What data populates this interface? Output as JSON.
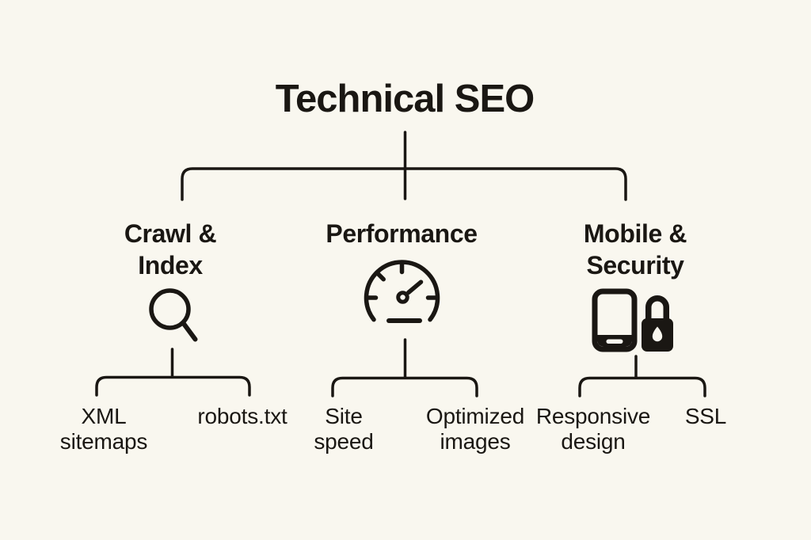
{
  "palette": {
    "background": "#f9f7ef",
    "ink": "#1a1713"
  },
  "title": "Technical SEO",
  "branches": [
    {
      "name": "crawl-index",
      "title_lines": [
        "Crawl &",
        "Index"
      ],
      "icons": [
        "magnifier-icon"
      ],
      "leaves": [
        {
          "name": "xml-sitemaps",
          "lines": [
            "XML",
            "sitemaps"
          ]
        },
        {
          "name": "robots-txt",
          "lines": [
            "robots.txt"
          ]
        }
      ]
    },
    {
      "name": "performance",
      "title_lines": [
        "Performance"
      ],
      "icons": [
        "speedometer-icon"
      ],
      "leaves": [
        {
          "name": "site-speed",
          "lines": [
            "Site",
            "speed"
          ]
        },
        {
          "name": "optimized-images",
          "lines": [
            "Optimized",
            "images"
          ]
        }
      ]
    },
    {
      "name": "mobile-security",
      "title_lines": [
        "Mobile &",
        "Security"
      ],
      "icons": [
        "smartphone-icon",
        "padlock-icon"
      ],
      "leaves": [
        {
          "name": "responsive-design",
          "lines": [
            "Responsive",
            "design"
          ]
        },
        {
          "name": "ssl",
          "lines": [
            "SSL"
          ]
        }
      ]
    }
  ]
}
